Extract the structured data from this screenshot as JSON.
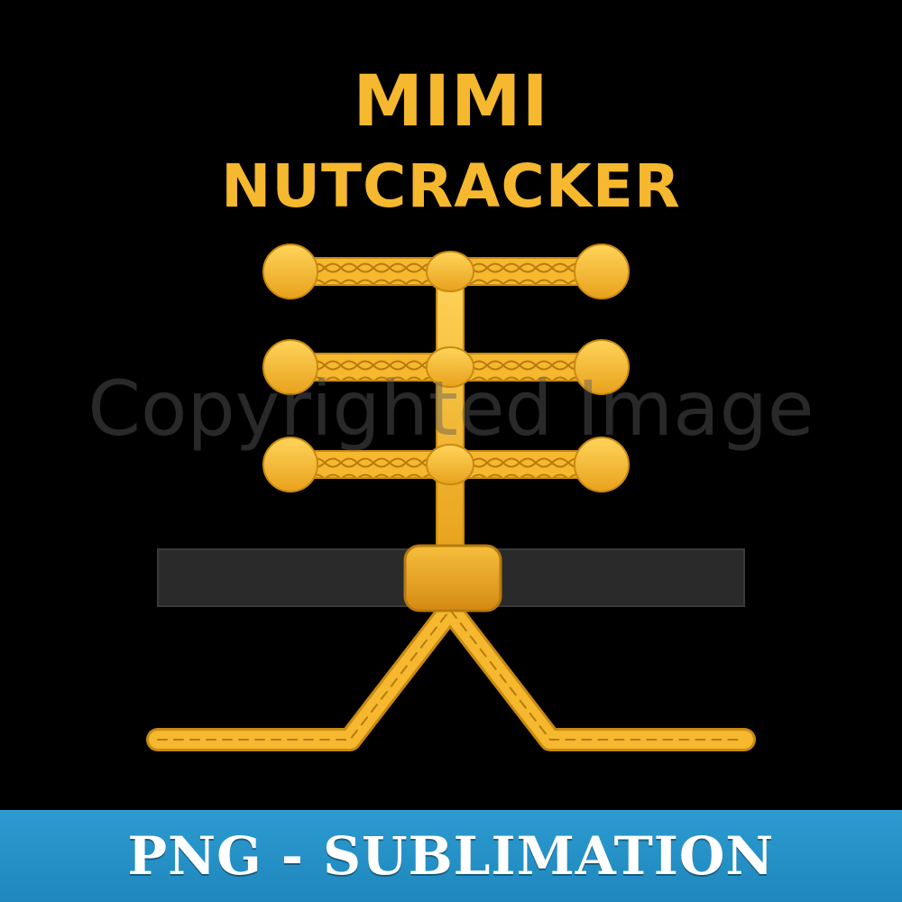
{
  "title": {
    "line1": "MIMI",
    "line2": "NUTCRACKER"
  },
  "watermark": "Copyrighted Image",
  "banner": {
    "text": "PNG - SUBLIMATION"
  },
  "colors": {
    "background": "#000000",
    "gold": "#F5B82E",
    "gold_dark": "#C98A12",
    "belt": "#2a2a2a",
    "banner": "#2c9bd0",
    "banner_text": "#ffffff"
  },
  "icons": [
    "gold-braid-frog",
    "belt-buckle",
    "gold-cord"
  ]
}
